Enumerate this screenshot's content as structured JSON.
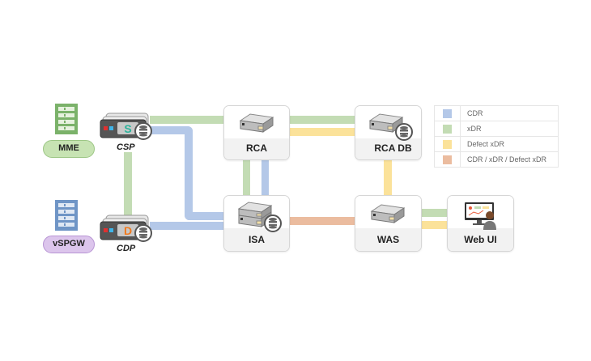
{
  "colors": {
    "cdr": "#b4c8e8",
    "xdr": "#c3dcb4",
    "defect_xdr": "#fbe29a",
    "combined": "#ebbc9f"
  },
  "sources": {
    "mme": {
      "label": "MME"
    },
    "vspgw": {
      "label": "vSPGW"
    }
  },
  "probes": {
    "csp": {
      "label": "CSP",
      "badge": "S"
    },
    "cdp": {
      "label": "CDP",
      "badge": "D"
    }
  },
  "nodes": {
    "rca": {
      "label": "RCA"
    },
    "rca_db": {
      "label": "RCA DB"
    },
    "isa": {
      "label": "ISA"
    },
    "was": {
      "label": "WAS"
    },
    "web_ui": {
      "label": "Web UI"
    }
  },
  "legend": [
    {
      "label": "CDR",
      "color": "#b4c8e8"
    },
    {
      "label": "xDR",
      "color": "#c3dcb4"
    },
    {
      "label": "Defect xDR",
      "color": "#fbe29a"
    },
    {
      "label": "CDR / xDR / Defect xDR",
      "color": "#ebbc9f"
    }
  ]
}
